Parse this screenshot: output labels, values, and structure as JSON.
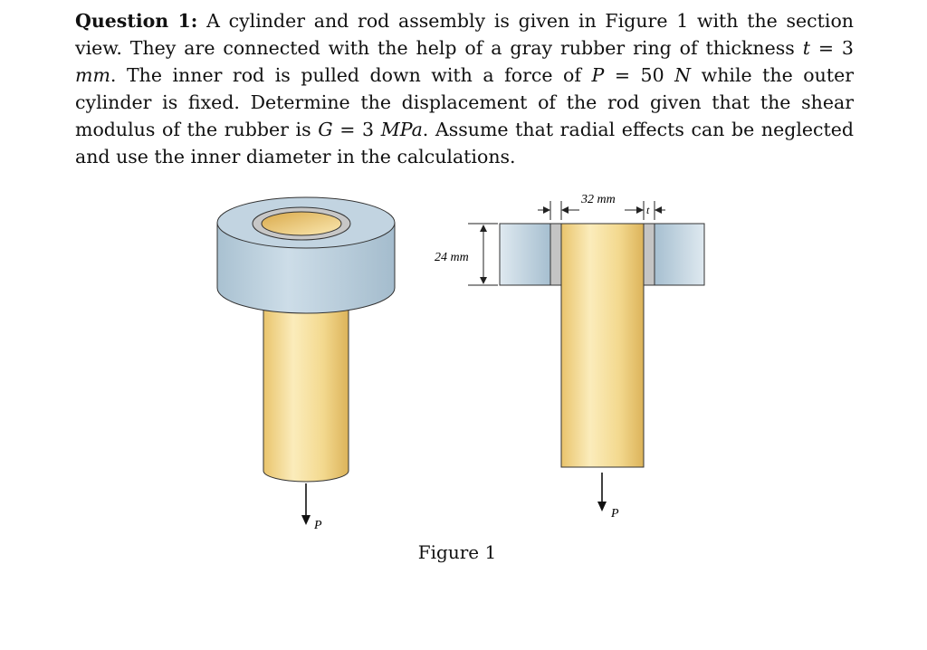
{
  "question": {
    "label": "Question 1:",
    "part1": " A cylinder and rod assembly is given in Figure 1 with the section view. They are connected with the help of a gray rubber ring of thickness ",
    "t_var": "t",
    "t_eq": " = 3 ",
    "t_unit": "mm",
    "part2": ". The inner rod is pulled down with a force of ",
    "p_var": "P",
    "p_eq": " = 50 ",
    "p_unit": "N",
    "part3": " while the outer cylinder is fixed. Determine the displacement of the rod given that the shear modulus of the rubber is ",
    "g_var": "G",
    "g_eq": " = 3 ",
    "g_unit": "MPa",
    "part4": ". Assume that radial effects can be neglected and use the inner diameter in the calculations."
  },
  "figure": {
    "height_label": "24 mm",
    "diameter_label": "32 mm",
    "thickness_label": "t",
    "force_label_left": "P",
    "force_label_right": "P",
    "caption": "Figure 1"
  },
  "colors": {
    "rod_yellow": "#f1d78a",
    "cylinder_blue": "#b9cfdd",
    "rubber_gray": "#c9c9c9"
  }
}
